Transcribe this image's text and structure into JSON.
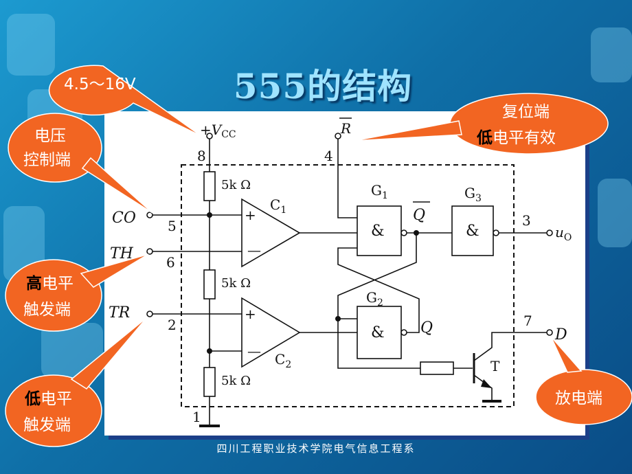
{
  "slide": {
    "title": "555的结构",
    "footer": "四川工程职业技术学院电气信息工程系"
  },
  "callouts": {
    "supply_range": "4.5～16V",
    "control_line1": "电压",
    "control_line2": "控制端",
    "reset_line1": "复位端",
    "reset_line2_highlight": "低",
    "reset_line2_rest": "电平有效",
    "threshold_line1_highlight": "高",
    "threshold_line1_rest": "电平",
    "threshold_line2": "触发端",
    "trigger_line1_highlight": "低",
    "trigger_line1_rest": "电平",
    "trigger_line2": "触发端",
    "discharge": "放电端"
  },
  "circuit": {
    "vcc_plus": "+",
    "vcc_v": "V",
    "vcc_sub": "CC",
    "reset_label": "R",
    "pin_8": "8",
    "pin_4": "4",
    "pin_5": "5",
    "pin_6": "6",
    "pin_2": "2",
    "pin_3": "3",
    "pin_7": "7",
    "pin_1": "1",
    "co_label": "CO",
    "th_label": "TH",
    "tr_label": "TR",
    "resistor_label": "5k Ω",
    "c1_main": "C",
    "c1_sub": "1",
    "c2_main": "C",
    "c2_sub": "2",
    "plus_sign": "+",
    "minus_sign": "—",
    "g1_main": "G",
    "g1_sub": "1",
    "g2_main": "G",
    "g2_sub": "2",
    "g3_main": "G",
    "g3_sub": "3",
    "and_symbol": "&",
    "qbar_label": "Q",
    "q_label": "Q",
    "out_u": "u",
    "out_sub": "O",
    "d_label": "D",
    "t_label": "T"
  },
  "colors": {
    "background": "#1590c8",
    "panel": "#ffffff",
    "callout_fill": "#f26522",
    "title": "#9fe3ff"
  }
}
